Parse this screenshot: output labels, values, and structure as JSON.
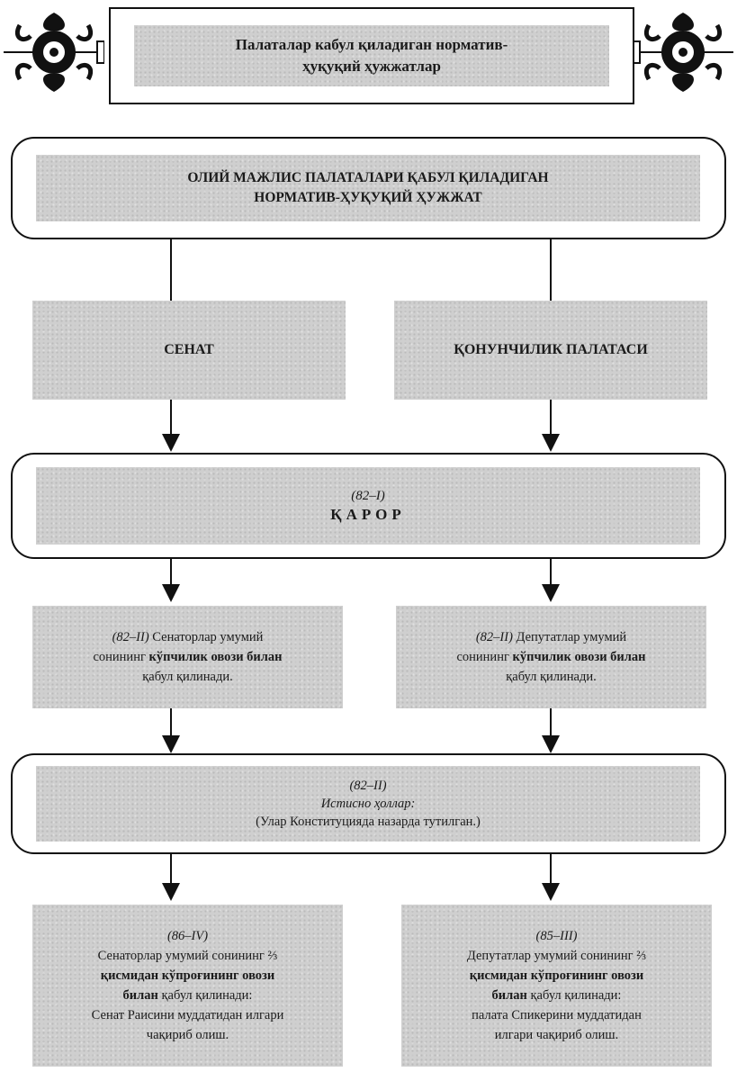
{
  "header": {
    "title_line1": "Палаталар кабул қиладиган норматив-",
    "title_line2": "ҳуқуқий ҳужжатлар"
  },
  "top_box": {
    "line1": "ОЛИЙ МАЖЛИС ПАЛАТАЛАРИ ҚАБУЛ ҚИЛАДИГАН",
    "line2": "НОРМАТИВ-ҲУҚУҚИЙ ҲУЖЖАТ"
  },
  "senate": {
    "label": "СЕНАТ"
  },
  "legislative": {
    "label": "ҚОНУНЧИЛИК ПАЛАТАСИ"
  },
  "qaror": {
    "ref": "(82–I)",
    "label": "ҚАРОР"
  },
  "left_majority": {
    "ref": "(82–II)",
    "text1": "Сенаторлар умумий",
    "text2": "сонининг",
    "bold": "кўпчилик овози билан",
    "text3": "қабул қилинади."
  },
  "right_majority": {
    "ref": "(82–II)",
    "text1": "Депутатлар умумий",
    "text2": "сонининг",
    "bold": "кўпчилик овози билан",
    "text3": "қабул қилинади."
  },
  "exceptions": {
    "ref": "(82–II)",
    "label": "Истисно ҳоллар:",
    "note": "(Улар Конституцияда назарда тутилган.)"
  },
  "left_bottom": {
    "ref": "(86–IV)",
    "line1": "Сенаторлар умумий сонининг ⅔",
    "bold1": "қисмидан кўпроғининг овози",
    "bold2": "билан",
    "line2": "қабул қилинади:",
    "line3": "Сенат Раисини муддатидан илгари",
    "line4": "чақириб олиш."
  },
  "right_bottom": {
    "ref": "(85–III)",
    "line1": "Депутатлар умумий сонининг ⅔",
    "bold1": "қисмидан кўпроғининг овози",
    "bold2": "билан",
    "line2": "қабул қилинади:",
    "line3": "палата Спикерини муддатидан",
    "line4": "илгари чақириб олиш."
  }
}
